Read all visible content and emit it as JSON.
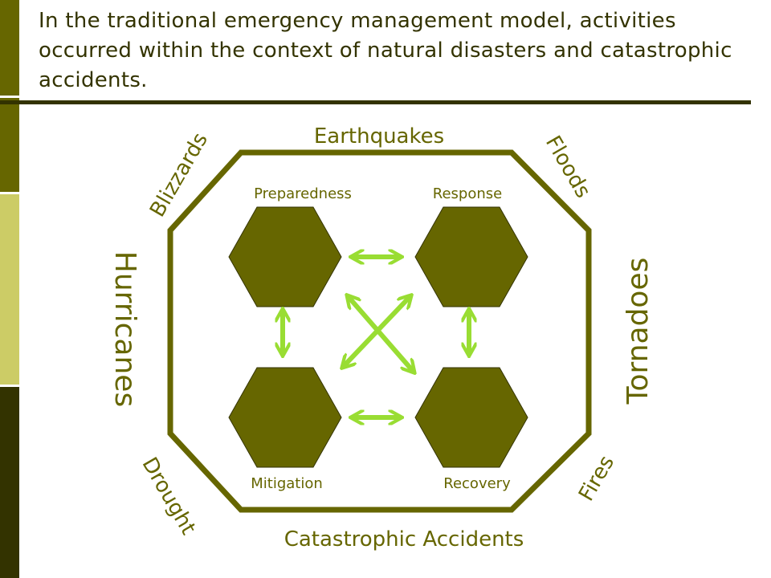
{
  "title": "In the traditional emergency management model, activities occurred within the context of natural disasters and catastrophic accidents.",
  "diagram": {
    "outer_labels": {
      "top": "Earthquakes",
      "top_left": "Blizzards",
      "top_right": "Floods",
      "left": "Hurricanes",
      "right": "Tornadoes",
      "bottom_left": "Drought",
      "bottom_right": "Fires",
      "bottom": "Catastrophic Accidents"
    },
    "phases": {
      "preparedness": "Preparedness",
      "response": "Response",
      "mitigation": "Mitigation",
      "recovery": "Recovery"
    }
  },
  "colors": {
    "olive_dark": "#666600",
    "olive_darker": "#333300",
    "accent_green": "#99dd33",
    "sidebar_light": "#cccc66"
  }
}
